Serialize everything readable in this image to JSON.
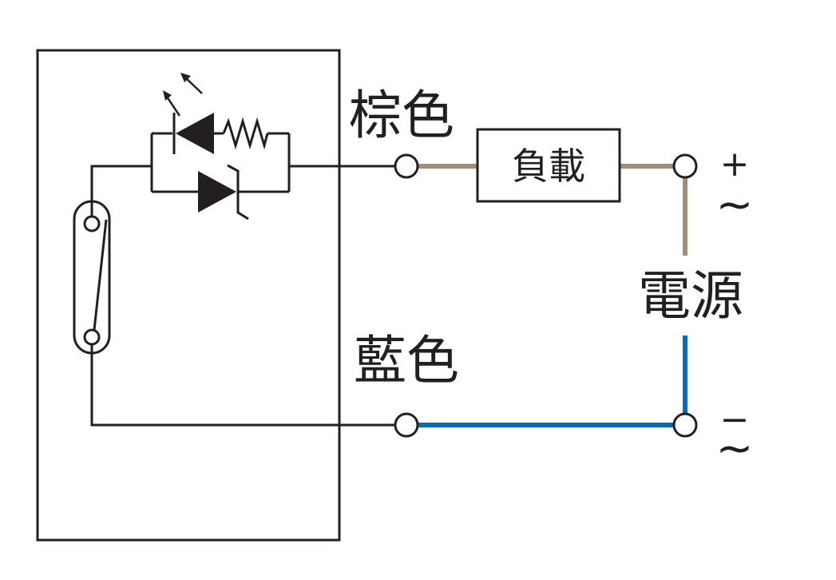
{
  "labels": {
    "brown": "棕色",
    "blue": "藍色",
    "load": "負載",
    "power": "電源",
    "plus": "+",
    "minus": "−",
    "ac_top": "~",
    "ac_bottom": "~"
  },
  "colors": {
    "line": "#231f20",
    "brown_wire": "#a58c78",
    "blue_wire": "#0a6ab5",
    "background": "#ffffff"
  }
}
